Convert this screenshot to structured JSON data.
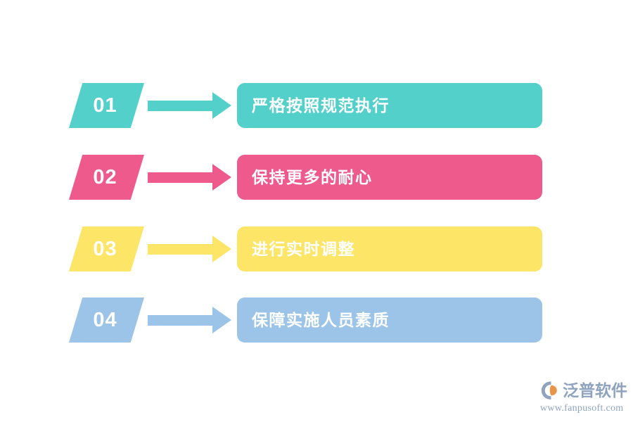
{
  "background": "#ffffff",
  "steps": [
    {
      "number": "01",
      "label": "严格按照规范执行",
      "color": "#54d0cb"
    },
    {
      "number": "02",
      "label": "保持更多的耐心",
      "color": "#ef5a8c"
    },
    {
      "number": "03",
      "label": "进行实时调整",
      "color": "#fce567"
    },
    {
      "number": "04",
      "label": "保障实施人员素质",
      "color": "#9bc4e8"
    }
  ],
  "logo": {
    "name": "泛普软件",
    "url": "www.fanpusoft.com",
    "text_color": "#8fa3bf",
    "mark_color": "#8fa3bf",
    "mark_accent_color": "#e8954a"
  }
}
